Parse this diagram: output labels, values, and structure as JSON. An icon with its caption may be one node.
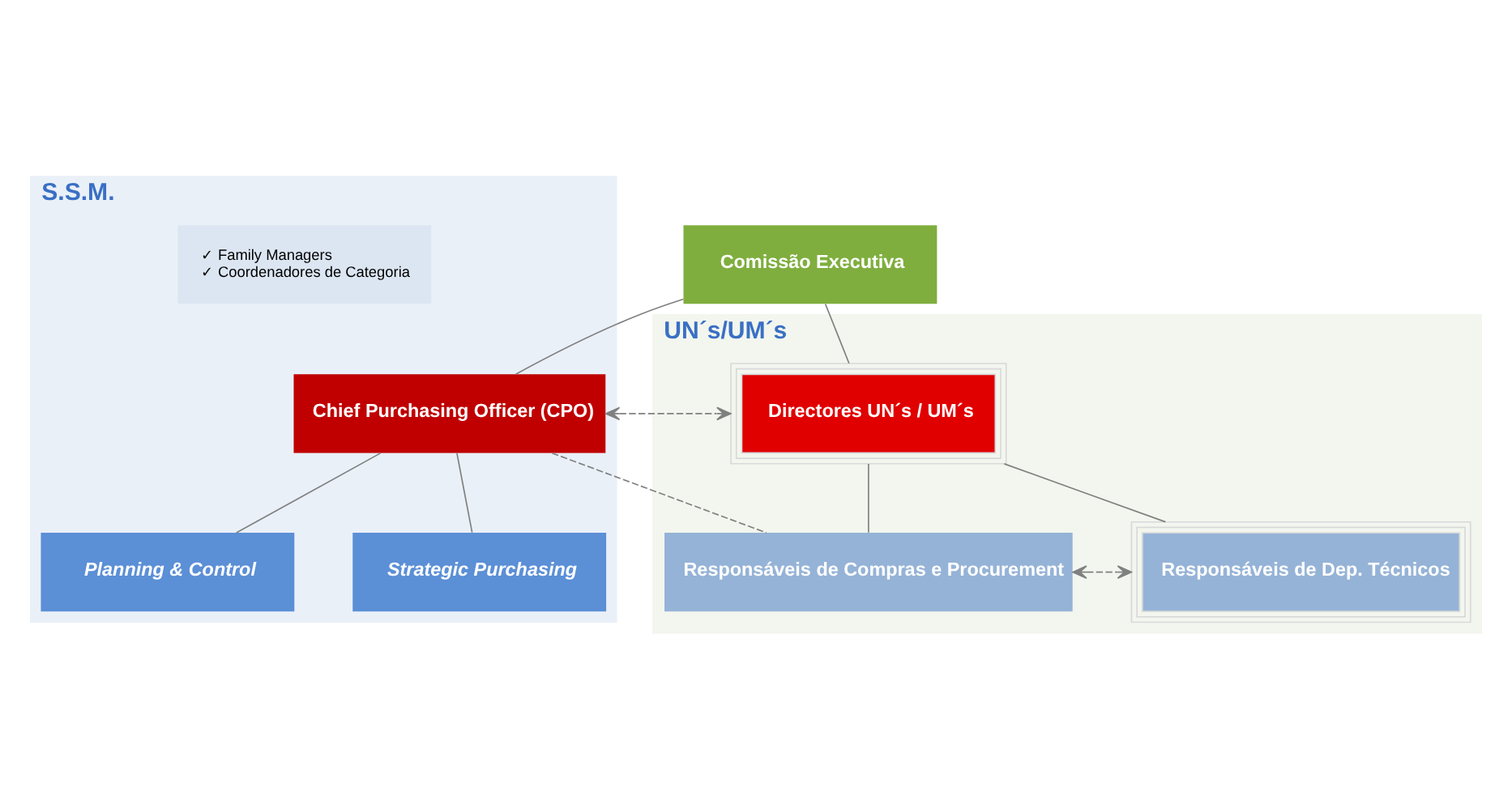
{
  "diagram": {
    "nodes": [
      {
        "text": [
          "S.S.M."
        ]
      },
      {
        "text": [
          "UN´s/UM´s"
        ]
      },
      {
        "text": [
          "Comissão Executiva"
        ]
      },
      {
        "text": [
          "Chief Purchasing Officer (CPO)"
        ],
        "in": 0
      },
      {
        "text": [
          "Directores UN´s / UM´s"
        ],
        "in": 1
      },
      {
        "text": [
          "Planning & Control"
        ],
        "in": 0
      },
      {
        "text": [
          "Strategic Purchasing"
        ],
        "in": 0
      },
      {
        "text": [
          "✓ Family Managers",
          "✓ Coordenadores de Categoria"
        ],
        "in": 0
      },
      {
        "text": [
          "Responsáveis de Compras e Procurement"
        ],
        "in": 1
      },
      {
        "text": [
          "Responsáveis de Dep. Técnicos"
        ],
        "in": 1
      }
    ],
    "edges": [
      {
        "from": 2,
        "to": 3,
        "arrow": "none"
      },
      {
        "from": 2,
        "to": 4,
        "arrow": "none"
      },
      {
        "from": 3,
        "to": 4,
        "arrow": "both",
        "style": "dashed"
      },
      {
        "from": 3,
        "to": 5,
        "arrow": "none"
      },
      {
        "from": 3,
        "to": 6,
        "arrow": "none"
      },
      {
        "from": 3,
        "to": 8,
        "arrow": "none",
        "style": "dashed"
      },
      {
        "from": 4,
        "to": 8,
        "arrow": "none"
      },
      {
        "from": 4,
        "to": 9,
        "arrow": "none"
      },
      {
        "from": 8,
        "to": 9,
        "arrow": "both",
        "style": "dashed"
      }
    ]
  }
}
